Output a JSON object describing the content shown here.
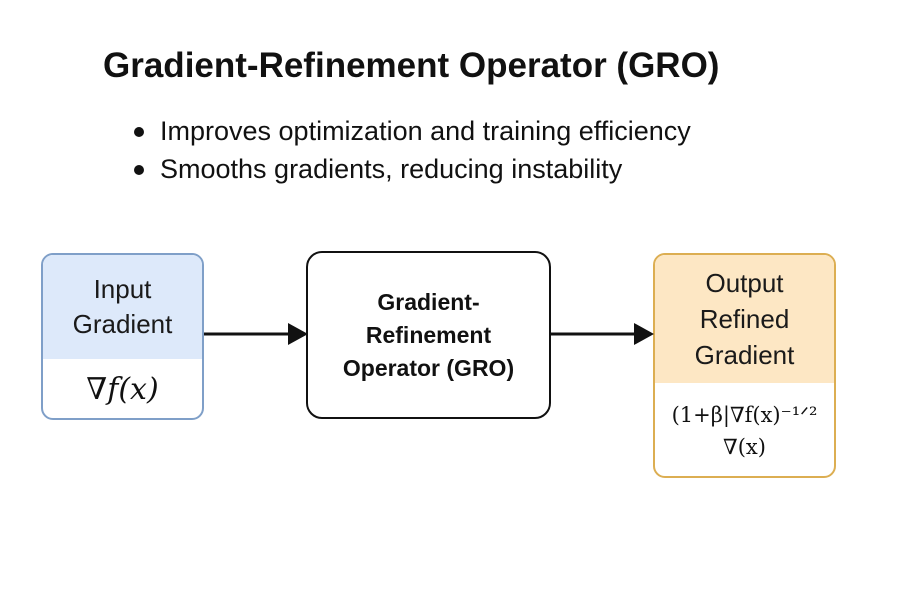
{
  "title": "Gradient-Refinement Operator (GRO)",
  "bullets": [
    "Improves optimization and training efficiency",
    "Smooths gradients, reducing instability"
  ],
  "input_box": {
    "lines": [
      "Input",
      "Gradient"
    ],
    "formula": "∇f(x)",
    "header_color": "#dde9fa",
    "border_color": "#7f9fc8"
  },
  "operator_box": {
    "lines": [
      "Gradient-",
      "Refinement",
      "Operator (GRO)"
    ],
    "border_color": "#111111"
  },
  "output_box": {
    "lines": [
      "Output",
      "Refined",
      "Gradient"
    ],
    "formula_lines": [
      "(1+β|∇f(x)⁻¹ᐟ²",
      "∇(x)"
    ],
    "header_color": "#fde7c4",
    "border_color": "#dcae52"
  },
  "arrow_color": "#111111"
}
